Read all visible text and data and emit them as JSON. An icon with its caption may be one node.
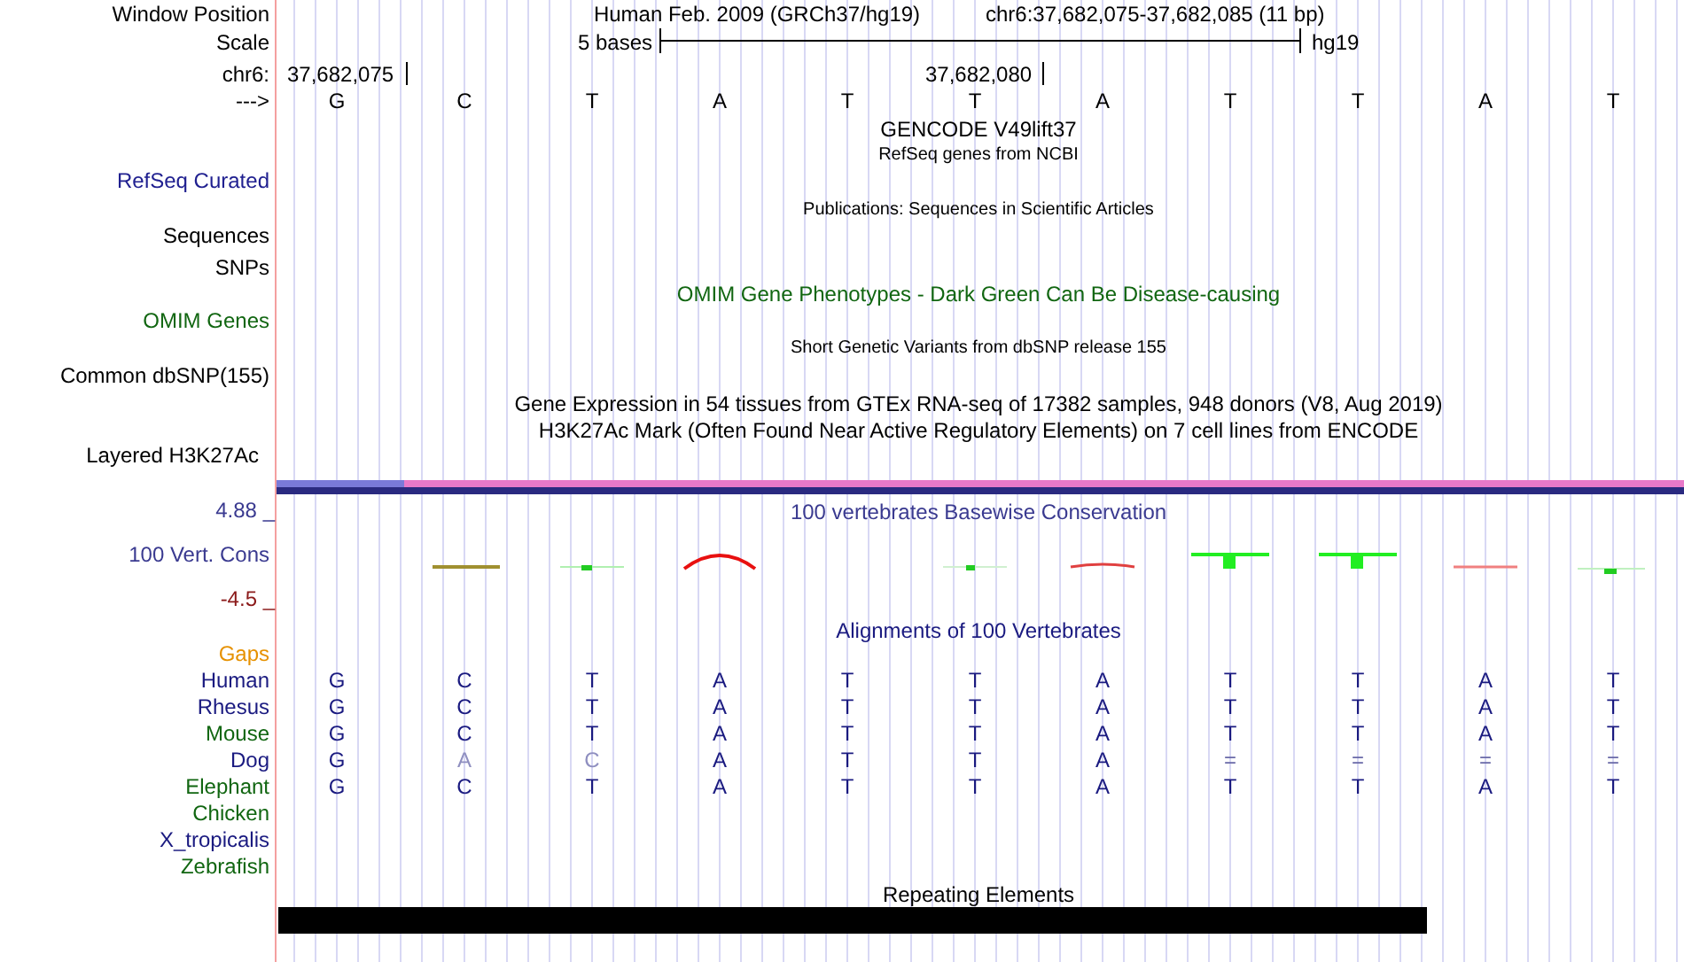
{
  "diagram": {
    "nodes": [
      {
        "text": [],
        "shape": "bar"
      }
    ],
    "labels": [
      "Window Position",
      "Human Feb. 2009 (GRCh37/hg19)",
      "chr6:37,682,075-37,682,085 (11 bp)",
      "Scale",
      "5 bases",
      "hg19",
      "chr6:",
      "37,682,075",
      "37,682,080",
      "--->",
      "G",
      "C",
      "T",
      "A",
      "T",
      "T",
      "A",
      "T",
      "T",
      "A",
      "T",
      "GENCODE V49lift37",
      "RefSeq genes from NCBI",
      "RefSeq Curated",
      "Publications: Sequences in Scientific Articles",
      "Sequences",
      "SNPs",
      "OMIM Gene Phenotypes - Dark Green Can Be Disease-causing",
      "OMIM Genes",
      "Short Genetic Variants from dbSNP release 155",
      "Common dbSNP(155)",
      "Gene Expression in 54 tissues from GTEx RNA-seq of 17382 samples, 948 donors (V8, Aug 2019)",
      "H3K27Ac Mark (Often Found Near Active Regulatory Elements) on 7 cell lines from ENCODE",
      "Layered H3K27Ac",
      "4.88 _",
      "100 vertebrates Basewise Conservation",
      "100 Vert. Cons",
      "-4.5 _",
      "Alignments of 100 Vertebrates",
      "Gaps",
      "Human",
      "G",
      "C",
      "T",
      "A",
      "T",
      "T",
      "A",
      "T",
      "T",
      "A",
      "T",
      "Rhesus",
      "G",
      "C",
      "T",
      "A",
      "T",
      "T",
      "A",
      "T",
      "T",
      "A",
      "T",
      "Mouse",
      "G",
      "C",
      "T",
      "A",
      "T",
      "T",
      "A",
      "T",
      "T",
      "A",
      "T",
      "Dog",
      "G",
      "A",
      "C",
      "A",
      "T",
      "T",
      "A",
      "=",
      "=",
      "=",
      "=",
      "Elephant",
      "G",
      "C",
      "T",
      "A",
      "T",
      "T",
      "A",
      "T",
      "T",
      "A",
      "T",
      "Chicken",
      "X_tropicalis",
      "Zebrafish",
      "Repeating Elements"
    ]
  }
}
